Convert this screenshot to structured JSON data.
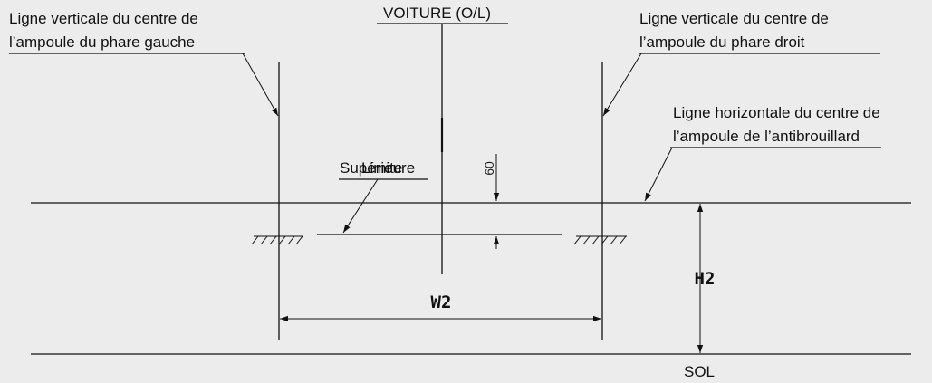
{
  "labels": {
    "car": "VOITURE (O/L)",
    "left_line": [
      "Ligne verticale du centre de",
      "l’ampoule du phare gauche"
    ],
    "right_line": [
      "Ligne verticale du centre de",
      "l’ampoule du phare droit"
    ],
    "fog_line": [
      "Ligne horizontale du centre de",
      "l’ampoule de l’antibrouillard"
    ],
    "upper_limit": [
      "Limite",
      "Supérieure"
    ],
    "ground": "SOL"
  },
  "dimensions": {
    "offset": "60",
    "width": "W2",
    "height": "H2"
  }
}
